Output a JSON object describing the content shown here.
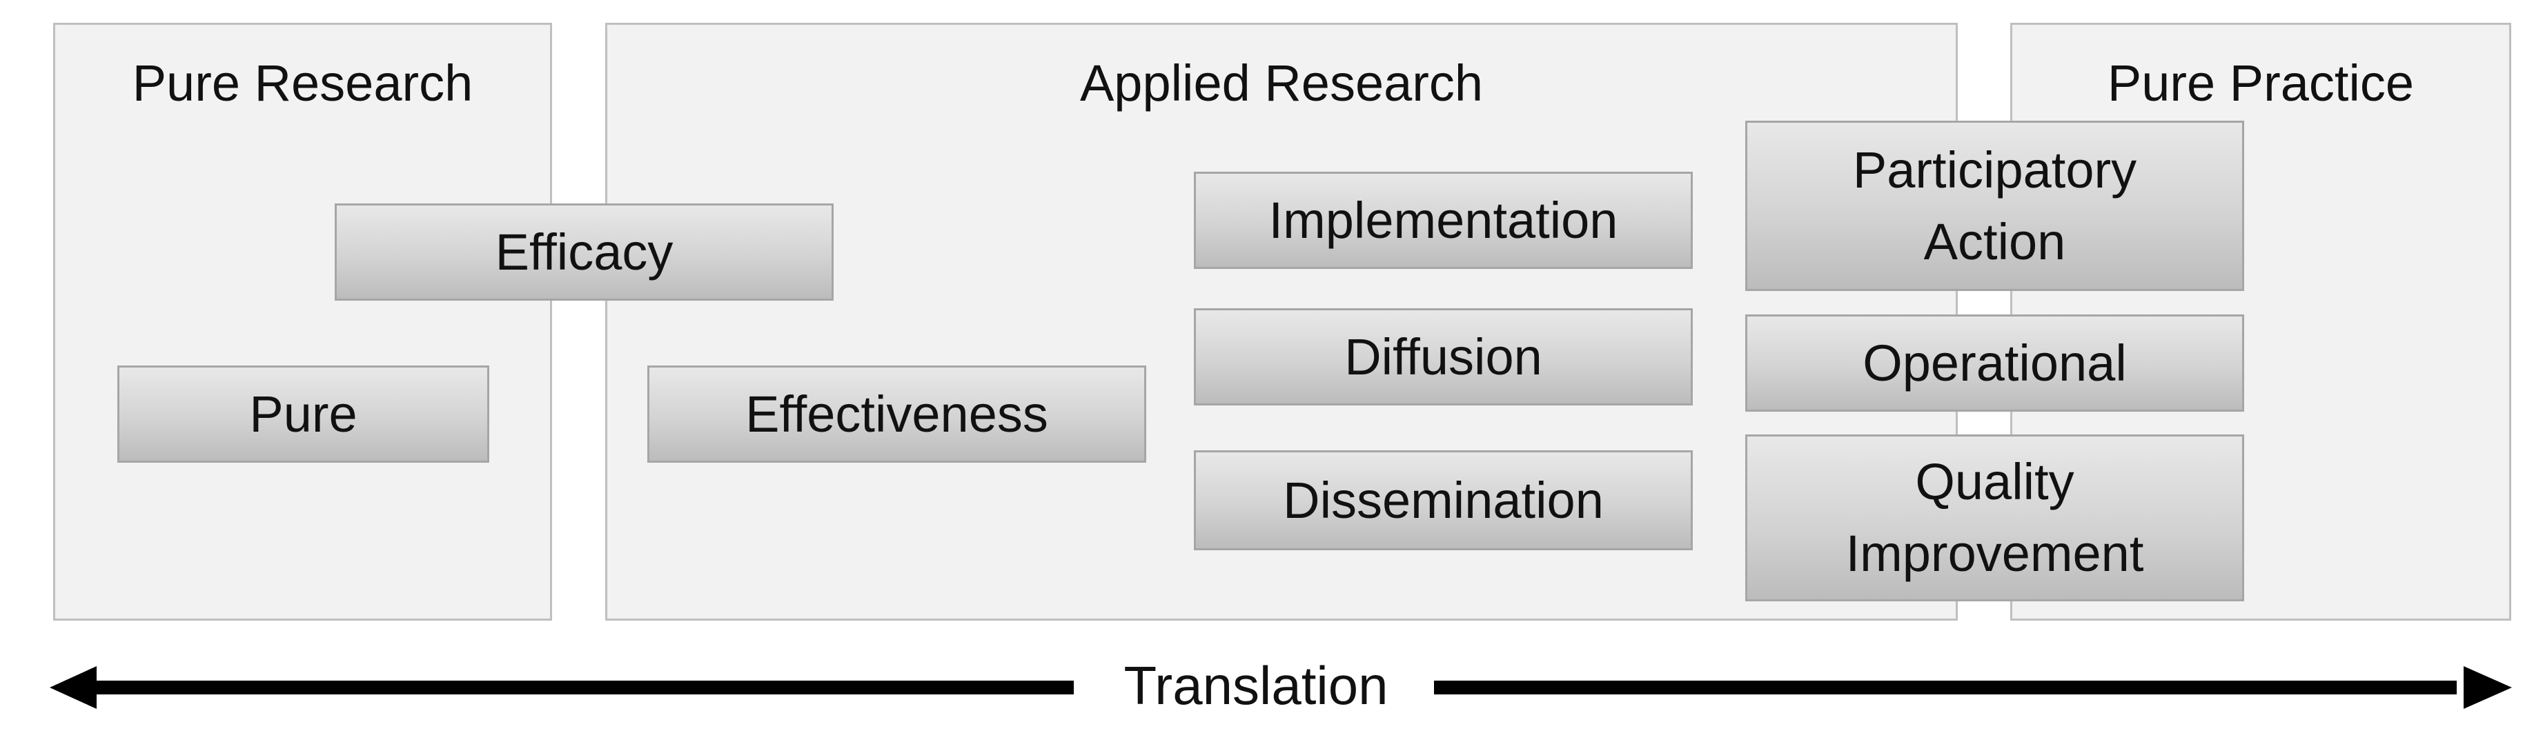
{
  "panels": {
    "pure_research": "Pure Research",
    "applied_research": "Applied Research",
    "pure_practice": "Pure Practice"
  },
  "boxes": {
    "efficacy": "Efficacy",
    "pure": "Pure",
    "effectiveness": "Effectiveness",
    "implementation": "Implementation",
    "diffusion": "Diffusion",
    "dissemination": "Dissemination",
    "participatory_action": "Participatory\nAction",
    "operational": "Operational",
    "quality_improvement": "Quality\nImprovement"
  },
  "axis": {
    "label": "Translation"
  },
  "colors": {
    "panel_fill": "#f2f2f2",
    "panel_border": "#bfbfbf",
    "box_border": "#a6a6a6",
    "arrow": "#000000"
  }
}
